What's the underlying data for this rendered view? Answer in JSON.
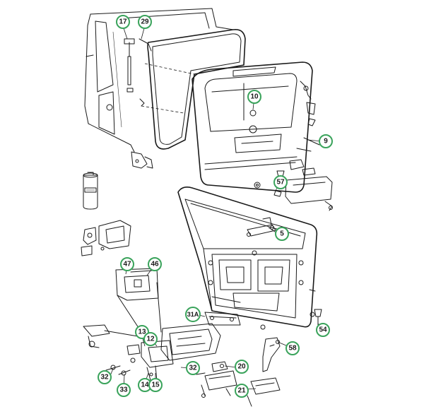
{
  "diagram": {
    "callout_color": "#3aa35b",
    "callouts": [
      {
        "id": "17",
        "label": "17"
      },
      {
        "id": "29",
        "label": "29"
      },
      {
        "id": "10",
        "label": "10"
      },
      {
        "id": "9",
        "label": "9"
      },
      {
        "id": "57",
        "label": "57"
      },
      {
        "id": "5",
        "label": "5"
      },
      {
        "id": "47",
        "label": "47"
      },
      {
        "id": "46",
        "label": "46"
      },
      {
        "id": "31A",
        "label": "31A"
      },
      {
        "id": "54",
        "label": "54"
      },
      {
        "id": "13",
        "label": "13"
      },
      {
        "id": "12",
        "label": "12"
      },
      {
        "id": "58",
        "label": "58"
      },
      {
        "id": "32a",
        "label": "32"
      },
      {
        "id": "32b",
        "label": "32"
      },
      {
        "id": "20",
        "label": "20"
      },
      {
        "id": "33",
        "label": "33"
      },
      {
        "id": "14",
        "label": "14"
      },
      {
        "id": "15",
        "label": "15"
      },
      {
        "id": "21",
        "label": "21"
      }
    ]
  }
}
